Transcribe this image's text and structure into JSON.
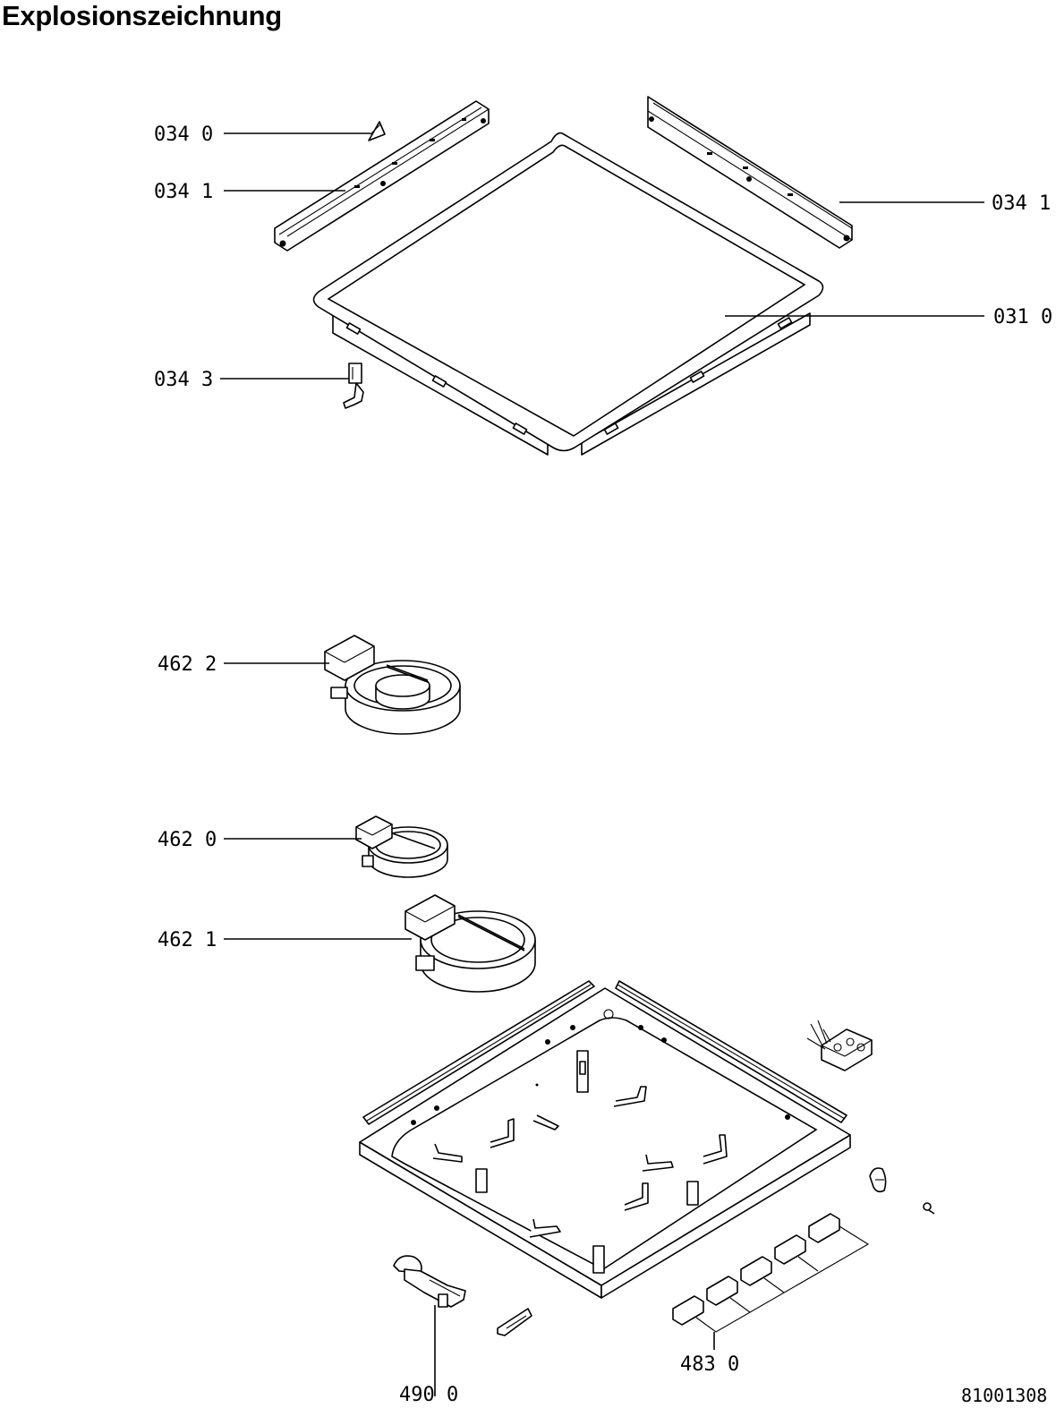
{
  "title": "Explosionszeichnung",
  "document_number": "81001308",
  "labels": {
    "p0340": "034 0",
    "p0341_left": "034 1",
    "p0341_right": "034 1",
    "p0310": "031 0",
    "p0343": "034 3",
    "p4622": "462 2",
    "p4620": "462 0",
    "p4621": "462 1",
    "p4830": "483 0",
    "p4900": "490 0"
  }
}
